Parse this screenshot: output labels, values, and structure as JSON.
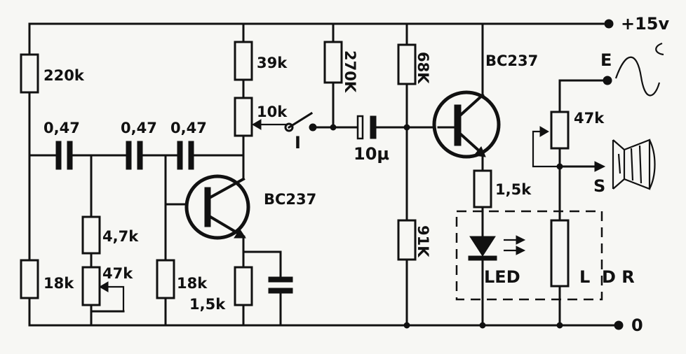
{
  "supply": {
    "label": "+15v"
  },
  "ground": {
    "label": "0"
  },
  "resistors": {
    "r_220k": "220k",
    "r_18k_left": "18k",
    "r_4k7": "4,7k",
    "r_47k_pot": "47k",
    "r_18k_mid": "18k",
    "r_39k": "39k",
    "r_10k": "10k",
    "r_1k5_emitter": "1,5k",
    "r_270k": "270K",
    "r_68k": "68K",
    "r_91k": "91K",
    "r_1k5_led": "1,5k",
    "r_47k_out": "47k"
  },
  "capacitors": {
    "c1": "0,47",
    "c2": "0,47",
    "c3": "0,47",
    "c_coupling": "10μ"
  },
  "transistors": {
    "q1": "BC237",
    "q2": "BC237"
  },
  "switch": {
    "label": "I"
  },
  "led": {
    "label": "LED"
  },
  "ldr": {
    "label": "L  D R"
  },
  "terminals": {
    "input": "E",
    "output": "S"
  },
  "icons": [
    "sine-wave-icon",
    "speaker-icon",
    "ground-symbol"
  ]
}
